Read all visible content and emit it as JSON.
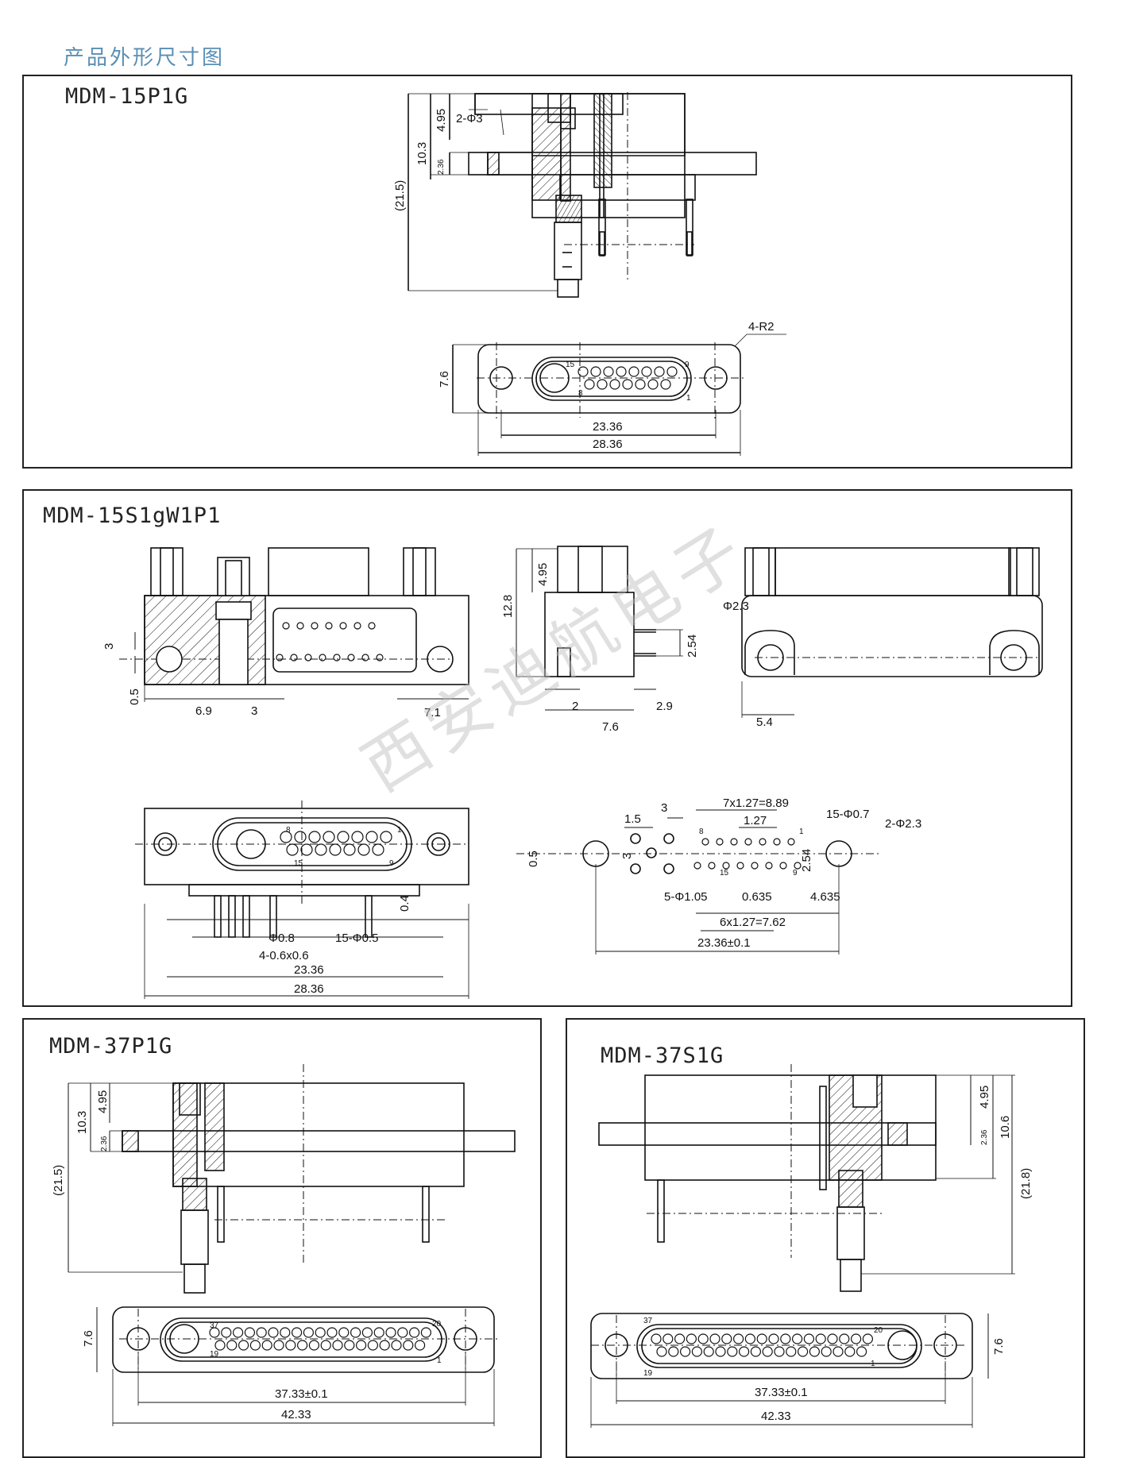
{
  "heading": "产品外形尺寸图",
  "watermark": "西安迪航电子",
  "panels": [
    {
      "title": "MDM-15P1G",
      "dims": [
        "4.95",
        "10.3",
        "2.36",
        "(21.5)",
        "2-Φ3",
        "4-R2",
        "7.6",
        "23.36",
        "28.36"
      ],
      "pins": [
        "15",
        "9",
        "8",
        "1"
      ]
    },
    {
      "title": "MDM-15S1gW1P1",
      "dims": [
        "12.8",
        "4.95",
        "3",
        "0.5",
        "6.9",
        "3",
        "7.1",
        "2.54",
        "2",
        "2.9",
        "7.6",
        "Φ2.3",
        "5.4",
        "Φ0.8",
        "15-Φ0.5",
        "0.4",
        "4-0.6x0.6",
        "23.36",
        "28.36",
        "7x1.27=8.89",
        "1.5",
        "3",
        "1.27",
        "15-Φ0.7",
        "2-Φ2.3",
        "0.5",
        "3",
        "2.54",
        "5-Φ1.05",
        "0.635",
        "4.635",
        "6x1.27=7.62",
        "23.36±0.1"
      ],
      "pins": [
        "8",
        "1",
        "15",
        "9",
        "8",
        "1",
        "15",
        "9"
      ]
    },
    {
      "title": "MDM-37P1G",
      "dims": [
        "4.95",
        "10.3",
        "2.36",
        "(21.5)",
        "7.6",
        "37.33±0.1",
        "42.33"
      ],
      "pins": [
        "37",
        "20",
        "19",
        "1"
      ]
    },
    {
      "title": "MDM-37S1G",
      "dims": [
        "4.95",
        "10.6",
        "2.36",
        "(21.8)",
        "7.6",
        "37.33±0.1",
        "42.33"
      ],
      "pins": [
        "37",
        "20",
        "19",
        "1"
      ]
    }
  ]
}
